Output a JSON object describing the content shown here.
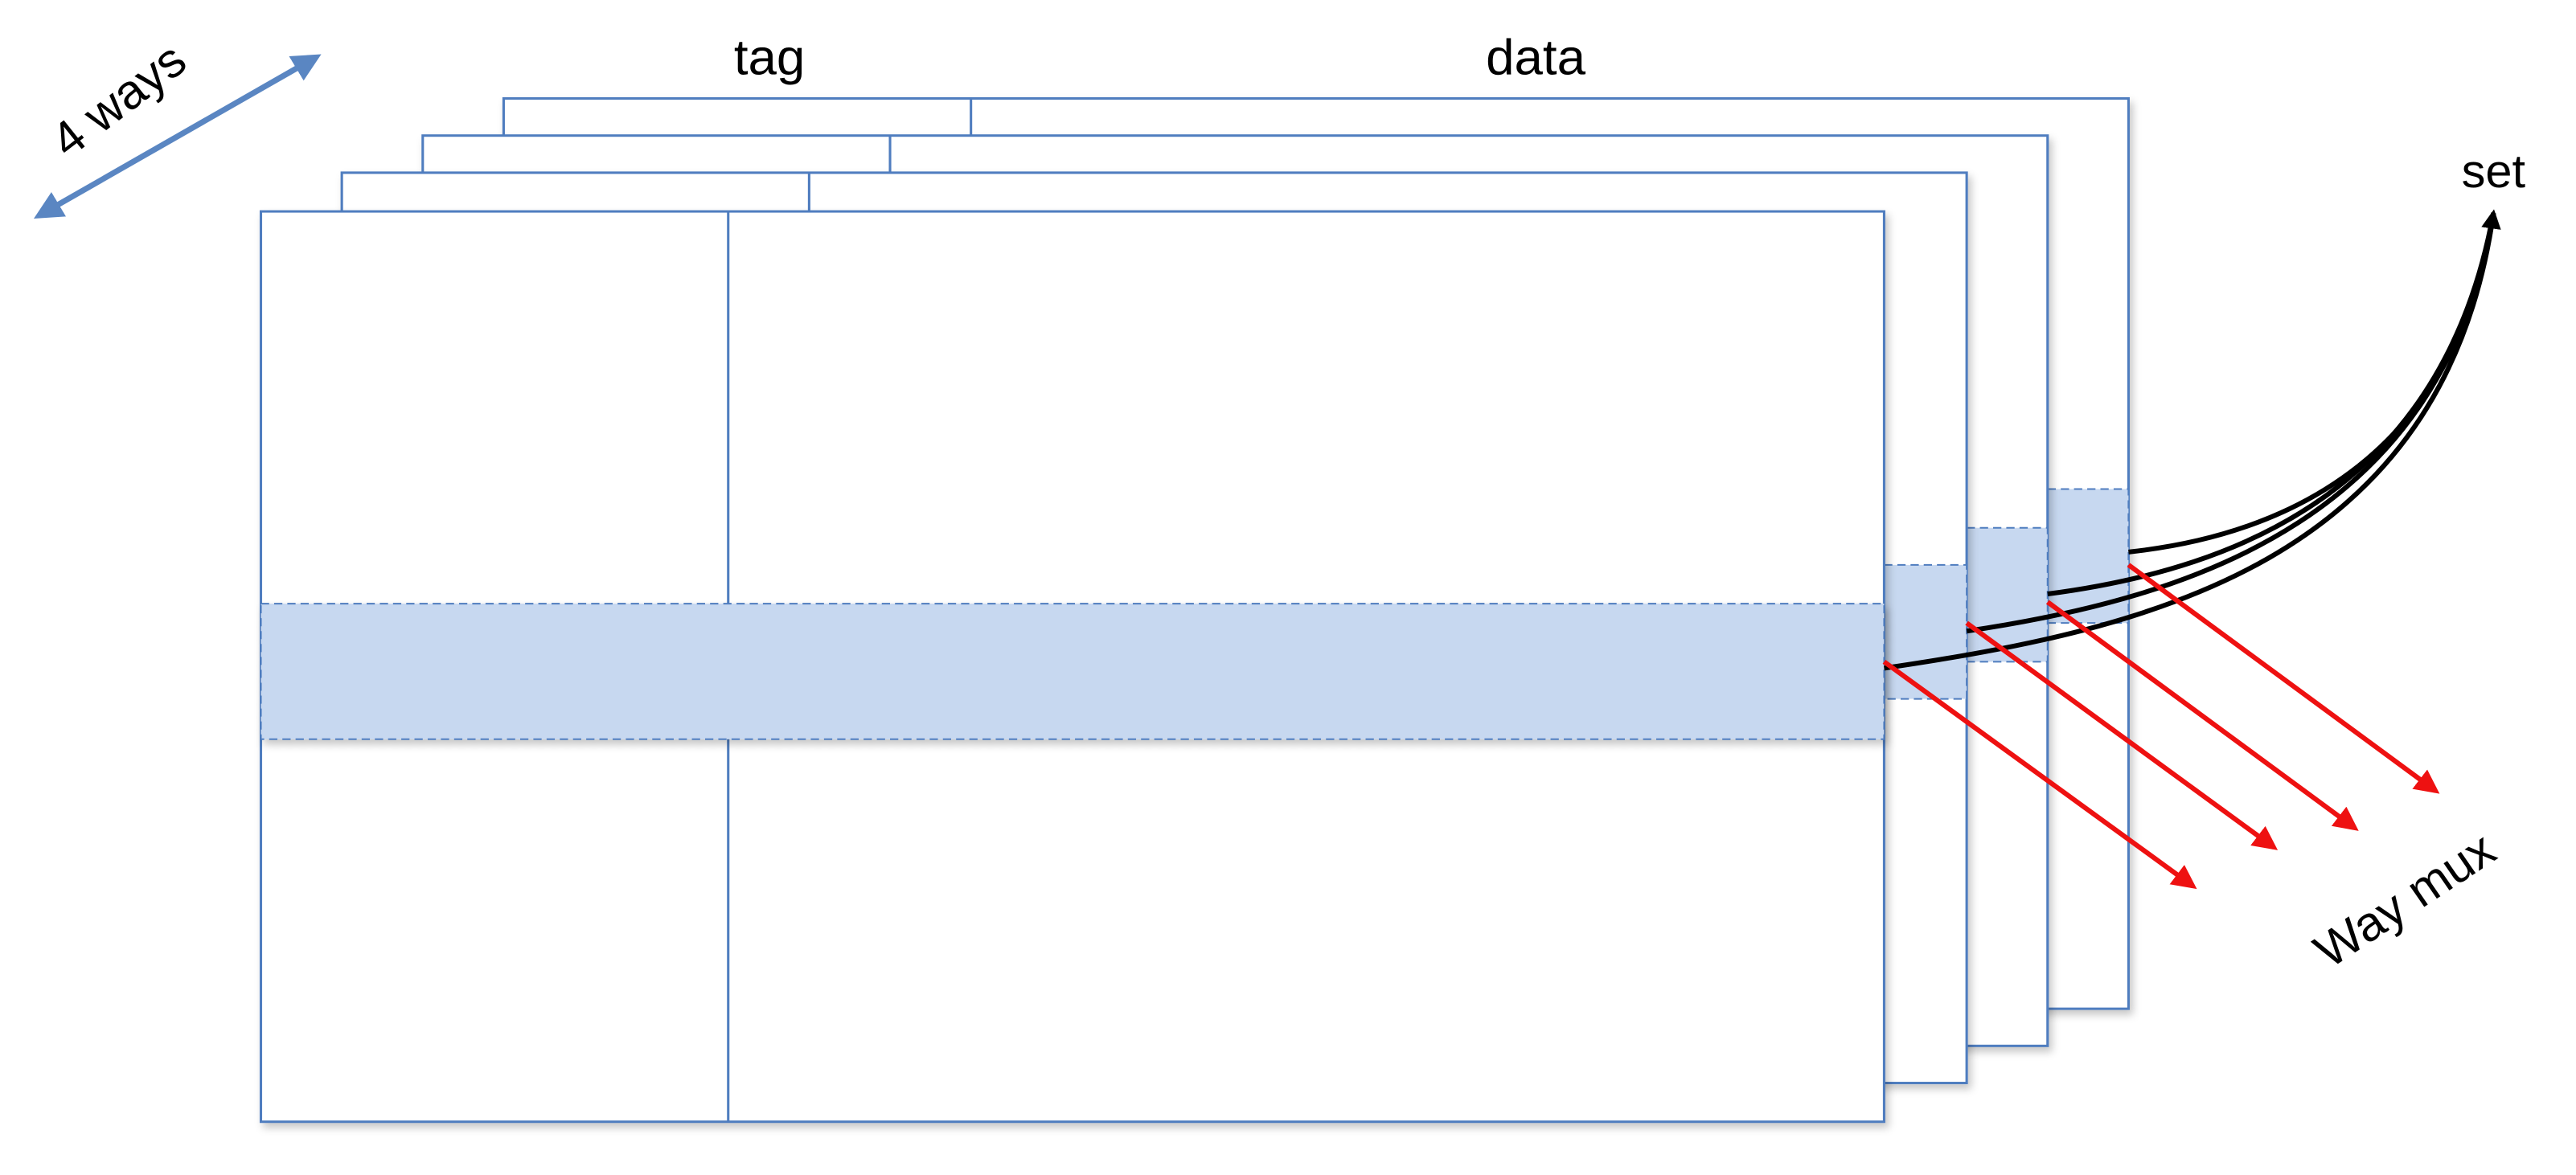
{
  "labels": {
    "ways": "4 ways",
    "tag": "tag",
    "data": "data",
    "set": "set",
    "way_mux": "Way mux"
  },
  "colors": {
    "frame_border": "#4f7dbf",
    "highlight_fill": "#c7d8f0",
    "ways_arrow": "#5a86c2",
    "set_lines": "#000000",
    "mux_arrows": "#ee1111",
    "background": "#ffffff"
  },
  "structure": {
    "way_count": 4,
    "columns": [
      "tag",
      "data"
    ]
  }
}
